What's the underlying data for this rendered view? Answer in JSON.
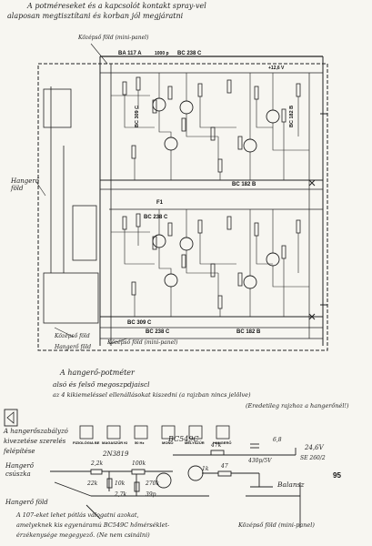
{
  "notes": {
    "top_line1": "A potméreseket és a kapcsolót kontakt spray-vel",
    "top_line2": "alaposan megtisztítani és korban jól megjáratni",
    "kozepso_fold": "Középső föld (mini-panel)",
    "hangero_fold": "Hangerő föld",
    "kozepso_fold_bottom_a": "Középső föld",
    "kozepso_fold_bottom_b": "Középső föld (mini-panel)",
    "hangero_fold_bottom": "Hangerő föld",
    "hangero_potmeter": "A hangerő-potméter",
    "ic_note_1": "alsó és felső megoszpdjaiscl",
    "ic_note_2": "az 4 kikiemeléssel ellenállásokat kiszedni (a rajzban nincs jelölve)",
    "ic_note_3": "(Eredetileg rajzhoz a hangerőnél!)",
    "amp_note_1": "A hangerőszabályzó",
    "amp_note_2": "kivezetése szerelés",
    "amp_note_3": "felépítése",
    "hangero_csuszka": "Hangerő csúszka",
    "hangero_fold_amp": "Hangerő föld",
    "balanz": "Balansz",
    "kozepso_fold_amp": "Középső föld (mini-panel)",
    "bottom_1": "A 107-eket lehet pótlás válogatni azokat,",
    "bottom_2": "amelyeknek kis egyenáramú BC549C hőmérséklet-",
    "bottom_3": "érzékenysége megegyező. (Ne nem csinálni)"
  },
  "schematic": {
    "ic_top": "BA 117 A",
    "r_1000": "1000 p",
    "bc238c_top": "BC 238 C",
    "bc309c_top": "BC 309 C",
    "bc182b_top": "BC 182 B",
    "bc238c_mid": "BC 238 C",
    "bc182b_mid": "BC 182 B",
    "bc309c_bottom": "BC 309 C",
    "bc238c_bottom": "BC 238 C",
    "bc182b_bottom": "BC 182 B",
    "plus12v": "+12,6 V",
    "f1": "F1"
  },
  "legend": {
    "items": [
      {
        "code": "BE",
        "name": "FIZIOLÓGIA"
      },
      {
        "code": "KI",
        "name": "MAGASZŰR"
      },
      {
        "code": "",
        "name": "50 Hz"
      },
      {
        "code": "",
        "name": "MONO"
      },
      {
        "code": "",
        "name": "MÉLYSZŰR"
      },
      {
        "code": "",
        "name": "HANGERŐ"
      }
    ]
  },
  "amp": {
    "transistor_q1": "2N3819",
    "transistor_q2": "BC549C",
    "r1": "2,2k",
    "r2": "100k",
    "r3": "47k",
    "r4": "10k",
    "r5": "270k",
    "r6": "22k",
    "r7": "2,7k",
    "r8": "39p",
    "r9": "47",
    "c_430": "430p/5V",
    "c_6n8": "6,8",
    "c_1k": "1k",
    "supply": "24,6V",
    "relay": "SE 260/2"
  },
  "page_number": "95"
}
